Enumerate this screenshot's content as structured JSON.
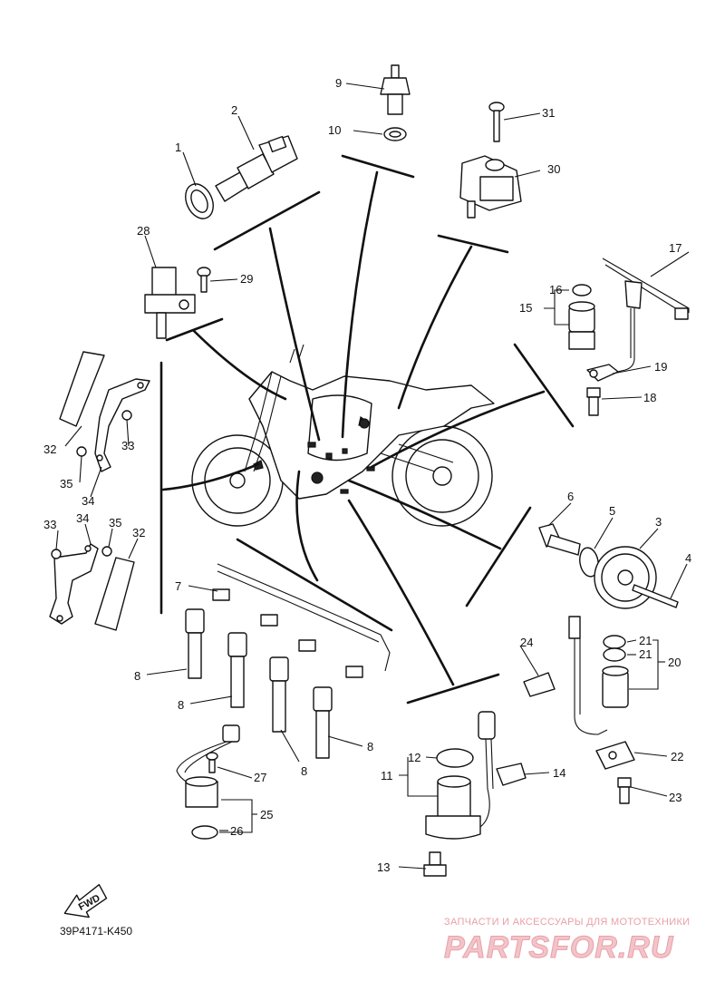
{
  "diagram_code": "39P4171-K450",
  "fwd_label": "FWD",
  "watermark": {
    "tagline": "ЗАПЧАСТИ И АКСЕССУАРЫ ДЛЯ МОТОТЕХНИКИ",
    "logo": "PARTSFOR.RU"
  },
  "callouts": [
    {
      "id": "c1",
      "label": "1"
    },
    {
      "id": "c2",
      "label": "2"
    },
    {
      "id": "c3",
      "label": "3"
    },
    {
      "id": "c4",
      "label": "4"
    },
    {
      "id": "c5",
      "label": "5"
    },
    {
      "id": "c6",
      "label": "6"
    },
    {
      "id": "c7",
      "label": "7"
    },
    {
      "id": "c8a",
      "label": "8"
    },
    {
      "id": "c8b",
      "label": "8"
    },
    {
      "id": "c8c",
      "label": "8"
    },
    {
      "id": "c8d",
      "label": "8"
    },
    {
      "id": "c9",
      "label": "9"
    },
    {
      "id": "c10",
      "label": "10"
    },
    {
      "id": "c11",
      "label": "11"
    },
    {
      "id": "c12",
      "label": "12"
    },
    {
      "id": "c13",
      "label": "13"
    },
    {
      "id": "c14",
      "label": "14"
    },
    {
      "id": "c15",
      "label": "15"
    },
    {
      "id": "c16",
      "label": "16"
    },
    {
      "id": "c17",
      "label": "17"
    },
    {
      "id": "c18",
      "label": "18"
    },
    {
      "id": "c19",
      "label": "19"
    },
    {
      "id": "c20",
      "label": "20"
    },
    {
      "id": "c21a",
      "label": "21"
    },
    {
      "id": "c21b",
      "label": "21"
    },
    {
      "id": "c22",
      "label": "22"
    },
    {
      "id": "c23",
      "label": "23"
    },
    {
      "id": "c24",
      "label": "24"
    },
    {
      "id": "c25",
      "label": "25"
    },
    {
      "id": "c26",
      "label": "26"
    },
    {
      "id": "c27",
      "label": "27"
    },
    {
      "id": "c28",
      "label": "28"
    },
    {
      "id": "c29",
      "label": "29"
    },
    {
      "id": "c30",
      "label": "30"
    },
    {
      "id": "c31",
      "label": "31"
    },
    {
      "id": "c32a",
      "label": "32"
    },
    {
      "id": "c32b",
      "label": "32"
    },
    {
      "id": "c33a",
      "label": "33"
    },
    {
      "id": "c33b",
      "label": "33"
    },
    {
      "id": "c34a",
      "label": "34"
    },
    {
      "id": "c34b",
      "label": "34"
    },
    {
      "id": "c35a",
      "label": "35"
    },
    {
      "id": "c35b",
      "label": "35"
    }
  ]
}
